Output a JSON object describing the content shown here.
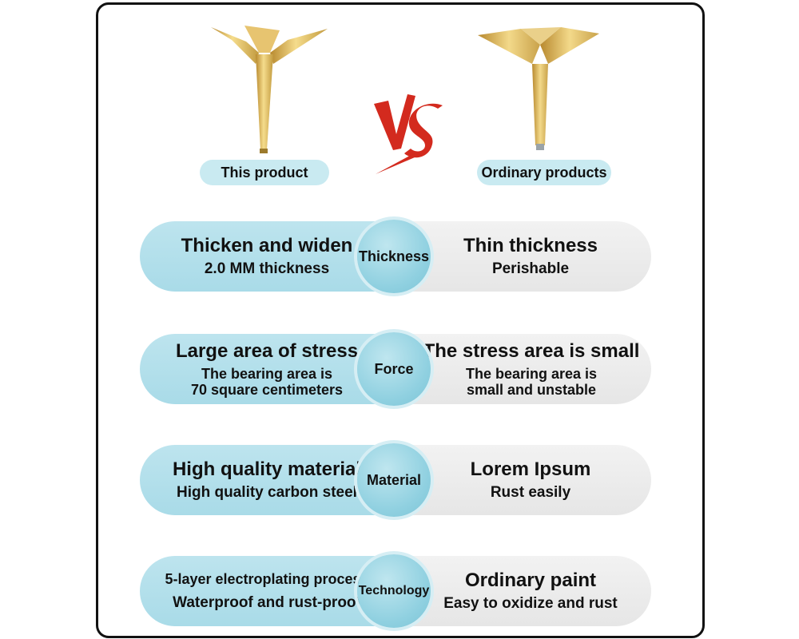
{
  "header": {
    "vs_text": "VS",
    "left_label": "This product",
    "right_label": "Ordinary products"
  },
  "rows": [
    {
      "category": "Thickness",
      "left": {
        "title": "Thicken and widen",
        "detail": [
          "2.0 MM thickness"
        ]
      },
      "right": {
        "title": "Thin thickness",
        "detail": [
          "Perishable"
        ]
      }
    },
    {
      "category": "Force",
      "left": {
        "title": "Large area of stress",
        "detail": [
          "The bearing area is",
          "70 square centimeters"
        ]
      },
      "right": {
        "title": "The stress area is small",
        "detail": [
          "The bearing area is",
          "small and unstable"
        ]
      }
    },
    {
      "category": "Material",
      "left": {
        "title": "High quality material",
        "detail": [
          "High quality carbon steel"
        ]
      },
      "right": {
        "title": "Lorem Ipsum",
        "detail": [
          "Rust easily"
        ]
      }
    },
    {
      "category": "Technology",
      "left": {
        "title": "5-layer electroplating process",
        "detail": [
          "Waterproof and rust-proof"
        ]
      },
      "right": {
        "title": "Ordinary paint",
        "detail": [
          "Easy to oxidize and rust"
        ]
      }
    }
  ],
  "colors": {
    "accent_blue": "#a9dbe8",
    "neutral_gray": "#e6e6e6",
    "vs_red": "#d32a1e",
    "gold": "#d9b45a"
  },
  "icons": {
    "left_product": "gold-furniture-leg-icon",
    "right_product": "gold-furniture-leg-icon",
    "vs": "vs-brush-icon"
  }
}
